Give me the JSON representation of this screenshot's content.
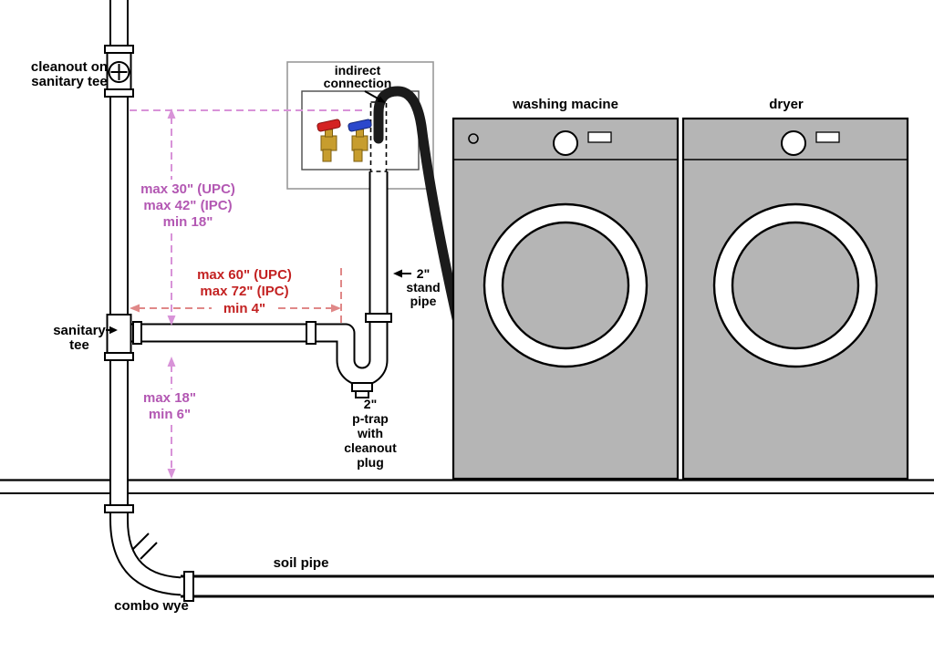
{
  "labels": {
    "cleanout": {
      "line1": "cleanout on",
      "line2": "sanitary tee"
    },
    "indirect": {
      "line1": "indirect",
      "line2": "connection"
    },
    "washing_machine": "washing macine",
    "dryer": "dryer",
    "standpipe": {
      "line1": "2\"",
      "line2": "stand",
      "line3": "pipe"
    },
    "ptrap": {
      "line1": "2\"",
      "line2": "p-trap",
      "line3": "with",
      "line4": "cleanout",
      "line5": "plug"
    },
    "sanitary_tee": {
      "line1": "sanitary",
      "line2": "tee"
    },
    "soil_pipe": "soil pipe",
    "combo_wye": "combo wye"
  },
  "dimensions": {
    "standpipe_height": {
      "line1": "max 30\" (UPC)",
      "line2": "max 42\" (IPC)",
      "line3": "min 18\""
    },
    "trap_arm": {
      "line1": "max 60\" (UPC)",
      "line2": "max 72\" (IPC)",
      "line3": "min 4\""
    },
    "trap_to_floor": {
      "line1": "max 18\"",
      "line2": "min 6\""
    }
  },
  "colors": {
    "dimension_violet": "#b358b3",
    "dimension_violet_line": "#d893d8",
    "dimension_red": "#c32222",
    "dimension_red_line": "#e08888",
    "appliance_gray": "#b5b5b5",
    "hose": "#1b1b1b",
    "valve_hot_red": "#d42222",
    "valve_cold_blue": "#2b48cc",
    "valve_brass": "#c79d2e",
    "box_border": "#999999",
    "pipe_white": "#ffffff",
    "line_black": "#000000"
  }
}
